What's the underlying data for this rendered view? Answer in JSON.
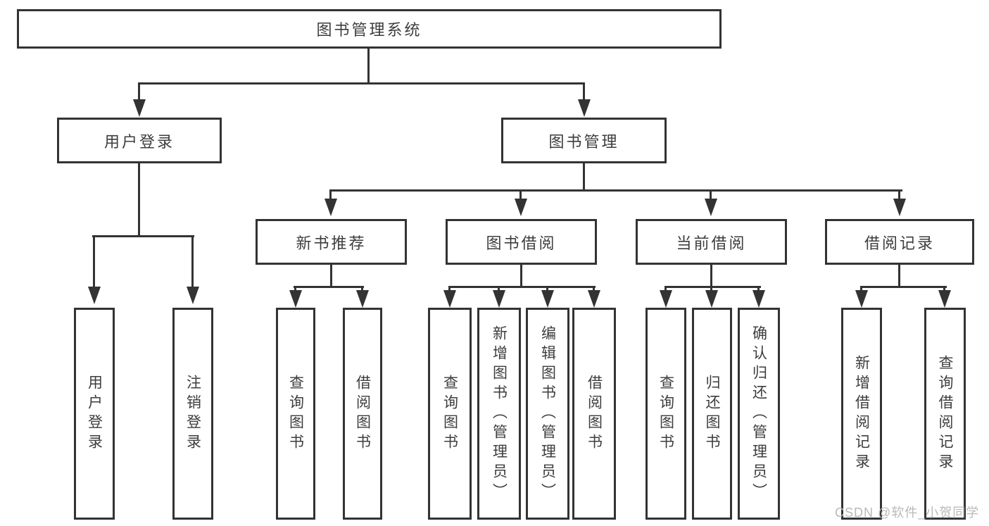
{
  "nodes": {
    "root": "图书管理系统",
    "level2": {
      "user_login": "用户登录",
      "book_management": "图书管理"
    },
    "level3": {
      "new_book_recommend": "新书推荐",
      "book_borrow": "图书借阅",
      "current_borrow": "当前借阅",
      "borrow_records": "借阅记录"
    },
    "leaves": {
      "user_login": [
        "用户登录",
        "注销登录"
      ],
      "new_book_recommend": [
        "查询图书",
        "借阅图书"
      ],
      "book_borrow": [
        "查询图书",
        "新增图书（管理员）",
        "编辑图书（管理员）",
        "借阅图书"
      ],
      "current_borrow": [
        "查询图书",
        "归还图书",
        "确认归还（管理员）"
      ],
      "borrow_records": [
        "新增借阅记录",
        "查询借阅记录"
      ]
    }
  },
  "watermark": "CSDN @软件_小贺同学",
  "colors": {
    "line": "#333333",
    "text": "#3d3d3d",
    "box_background": "#ffffff",
    "watermark": "#b9b9b9"
  }
}
